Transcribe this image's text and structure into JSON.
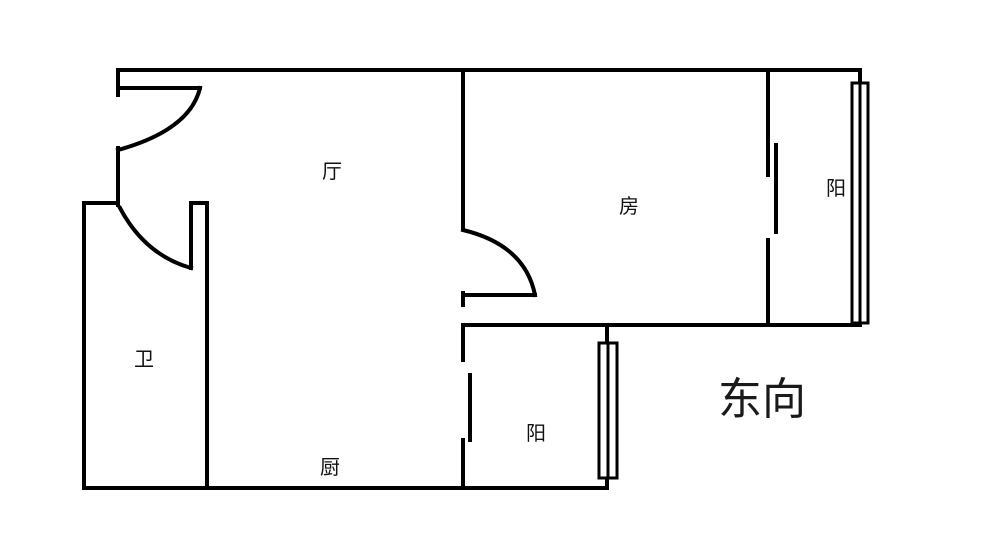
{
  "floorplan": {
    "rooms": {
      "living": "厅",
      "bedroom": "房",
      "balcony_east": "阳",
      "balcony_south": "阳",
      "bathroom": "卫",
      "kitchen": "厨"
    },
    "orientation": "东向",
    "colors": {
      "wall": "#000000",
      "background": "#ffffff"
    }
  }
}
